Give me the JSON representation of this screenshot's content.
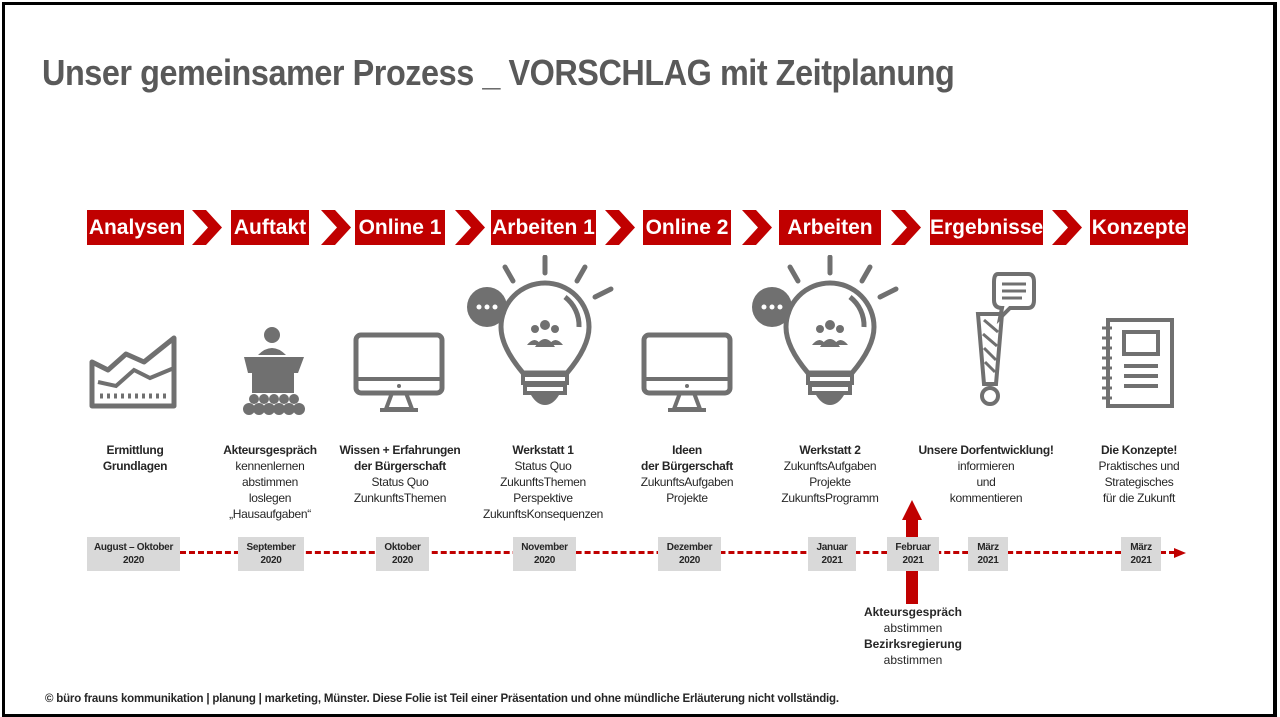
{
  "title": "Unser gemeinsamer Prozess _ VORSCHLAG mit Zeitplanung",
  "colors": {
    "accent": "#c00000",
    "icon": "#707070",
    "date_bg": "#d9d9d9"
  },
  "steps": [
    {
      "label": "Analysen",
      "icon": "area-chart-icon",
      "head": [
        "Ermittlung",
        "Grundlagen"
      ],
      "lines": [],
      "date": [
        "August – Oktober",
        "2020"
      ]
    },
    {
      "label": "Auftakt",
      "icon": "speaker-podium-icon",
      "head": [
        "Akteursgespräch"
      ],
      "lines": [
        "kennenlernen",
        "abstimmen",
        "loslegen",
        "„Hausaufgaben“"
      ],
      "date": [
        "September",
        "2020"
      ]
    },
    {
      "label": "Online 1",
      "icon": "monitor-icon",
      "head": [
        "Wissen + Erfahrungen",
        "der Bürgerschaft"
      ],
      "lines": [
        "Status Quo",
        "ZunkunftsThemen"
      ],
      "date": [
        "Oktober",
        "2020"
      ]
    },
    {
      "label": "Arbeiten 1",
      "icon": "lightbulb-group-icon",
      "head": [
        "Werkstatt 1"
      ],
      "lines": [
        "Status Quo",
        "ZukunftsThemen",
        "Perspektive",
        "ZukunftsKonsequenzen"
      ],
      "date": [
        "November",
        "2020"
      ]
    },
    {
      "label": "Online 2",
      "icon": "monitor-icon",
      "head": [
        "Ideen",
        "der Bürgerschaft"
      ],
      "lines": [
        "ZukunftsAufgaben",
        "Projekte"
      ],
      "date": [
        "Dezember",
        "2020"
      ]
    },
    {
      "label": "Arbeiten 2",
      "icon": "lightbulb-group-icon",
      "head": [
        "Werkstatt 2"
      ],
      "lines": [
        "ZukunftsAufgaben",
        "Projekte",
        "ZukunftsProgramm"
      ],
      "date": [
        "Januar",
        "2021"
      ]
    },
    {
      "label": "Ergebnisse",
      "icon": "exclamation-speech-icon",
      "head": [
        "Unsere Dorfentwicklung!"
      ],
      "lines": [
        "informieren",
        "und",
        "kommentieren"
      ],
      "date": [
        "März",
        "2021"
      ]
    },
    {
      "label": "Konzepte",
      "icon": "notebook-icon",
      "head": [
        "Die Konzepte!"
      ],
      "lines": [
        "Praktisches und",
        "Strategisches",
        "für die Zukunft"
      ],
      "date": [
        "März",
        "2021"
      ]
    }
  ],
  "extra_date": [
    "Februar",
    "2021"
  ],
  "february_note": {
    "head1": "Akteursgespräch",
    "line1": "abstimmen",
    "head2": "Bezirksregierung",
    "line2": "abstimmen"
  },
  "footer": "© büro frauns kommunikation | planung | marketing, Münster. Diese Folie ist Teil einer Präsentation und ohne mündliche Erläuterung nicht vollständig."
}
